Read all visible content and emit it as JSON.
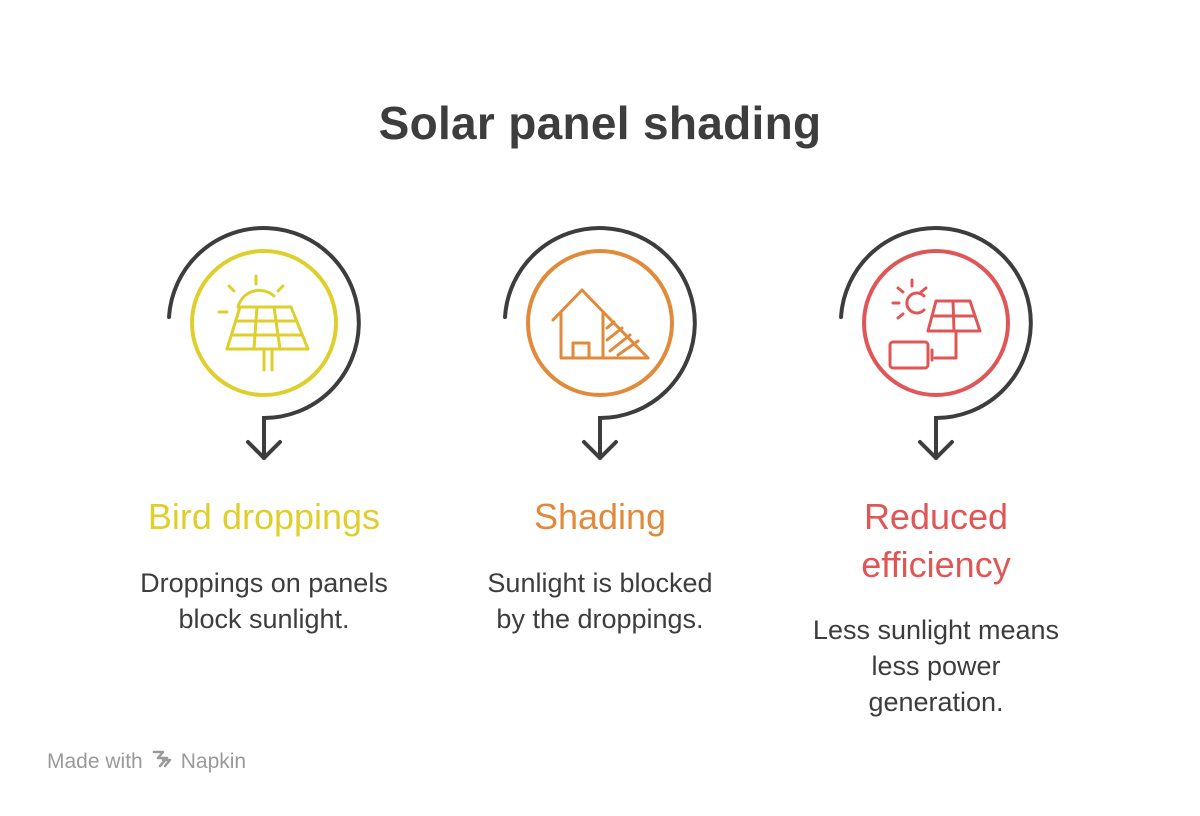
{
  "title": "Solar panel shading",
  "steps": [
    {
      "heading": "Bird droppings",
      "description_lines": [
        "Droppings on panels",
        "block sunlight."
      ],
      "color": "#dfcf2d",
      "icon": "solar-panel-icon"
    },
    {
      "heading": "Shading",
      "description_lines": [
        "Sunlight is blocked",
        "by the droppings."
      ],
      "color": "#e08a3a",
      "icon": "shaded-house-icon"
    },
    {
      "heading_lines": [
        "Reduced",
        "efficiency"
      ],
      "description_lines": [
        "Less sunlight means",
        "less power",
        "generation."
      ],
      "color": "#e05656",
      "icon": "solar-battery-icon"
    }
  ],
  "footer": {
    "made_with": "Made with",
    "brand": "Napkin",
    "icon": "napkin-logo-icon"
  },
  "colors": {
    "text": "#3d3d3d",
    "arc": "#3d3d3d",
    "footer": "#9a9a9a"
  }
}
